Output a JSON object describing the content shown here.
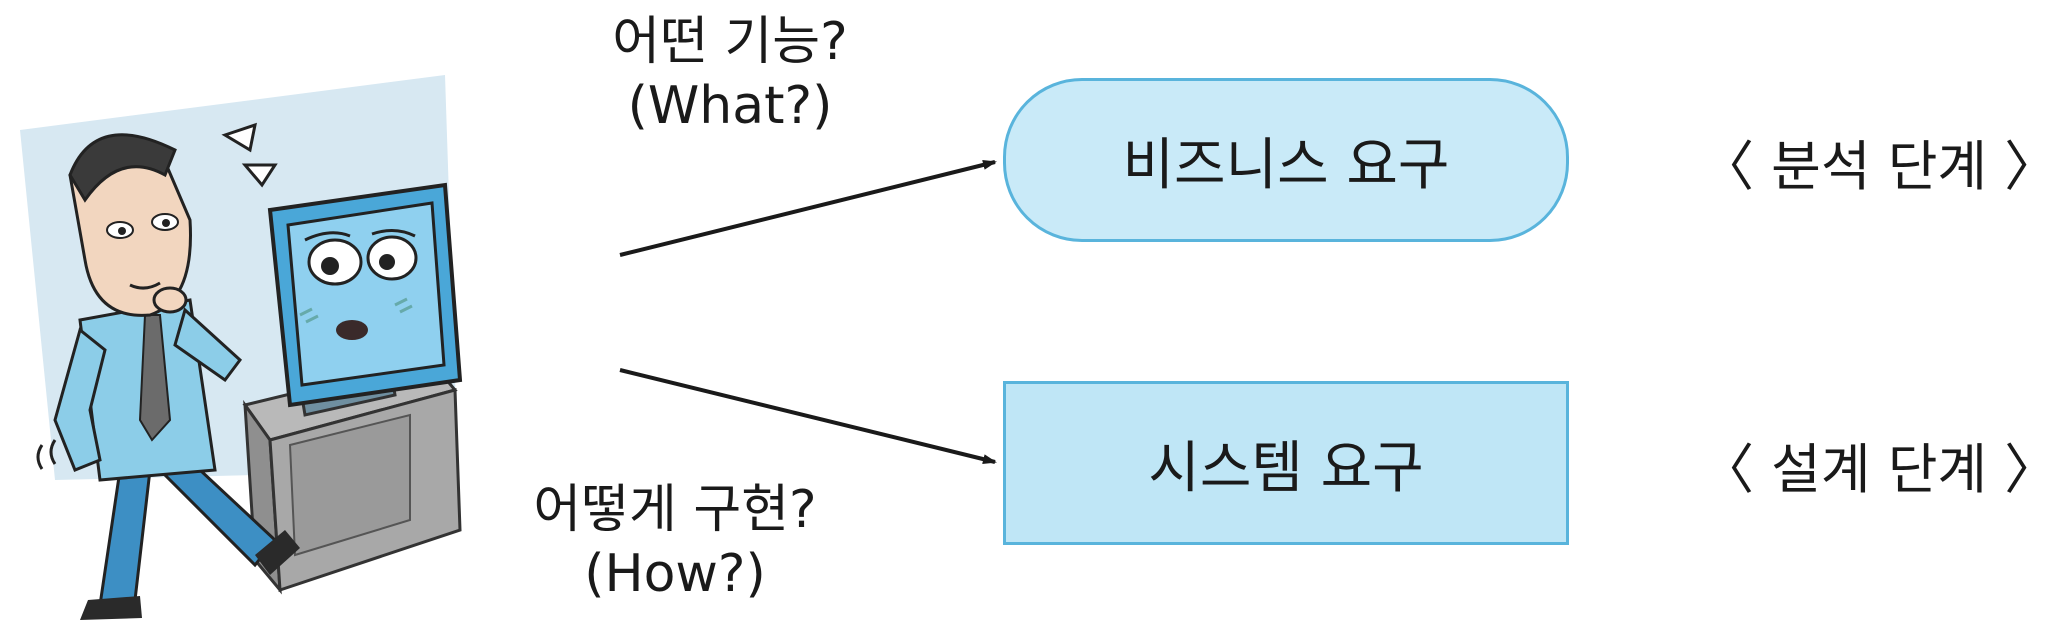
{
  "questions": {
    "what": {
      "line1": "어떤 기능?",
      "line2": "(What?)"
    },
    "how": {
      "line1": "어떻게 구현?",
      "line2": "(How?)"
    }
  },
  "boxes": {
    "business": "비즈니스 요구",
    "system": "시스템 요구"
  },
  "stages": {
    "analysis": "〈 분석 단계 〉",
    "design": "〈 설계 단계 〉"
  },
  "colors": {
    "box_fill": "#c9eaf8",
    "box_border": "#59b4dc",
    "arrow": "#1a1a1a"
  },
  "illustration": {
    "icons": [
      "thinking-man-icon",
      "computer-monitor-icon"
    ]
  }
}
